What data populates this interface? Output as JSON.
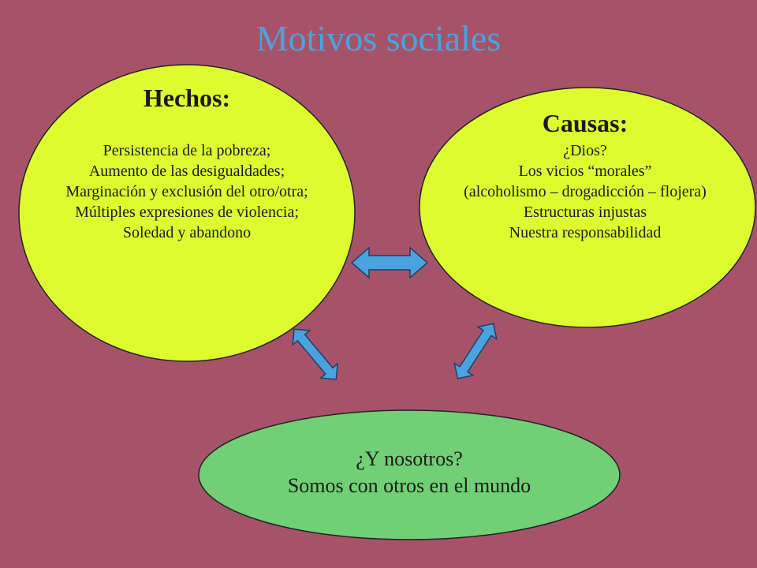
{
  "title": "Motivos sociales",
  "hechos": {
    "heading": "Hechos:",
    "lines": [
      "Persistencia de la pobreza;",
      "Aumento de las desigualdades;",
      "Marginación y exclusión del otro/otra;",
      "Múltiples expresiones de violencia;",
      "Soledad y abandono"
    ]
  },
  "causas": {
    "heading": "Causas:",
    "lines": [
      "¿Dios?",
      "Los vicios “morales”",
      "(alcoholismo – drogadicción – flojera)",
      "Estructuras injustas",
      "Nuestra responsabilidad"
    ]
  },
  "nosotros": {
    "lines": [
      "¿Y nosotros?",
      "Somos con otros en el mundo"
    ]
  },
  "colors": {
    "background": "#a6536a",
    "title": "#4aa3df",
    "ellipse_yellow": "#ddfb2e",
    "ellipse_green": "#71cf75",
    "arrow": "#4aa3df"
  }
}
